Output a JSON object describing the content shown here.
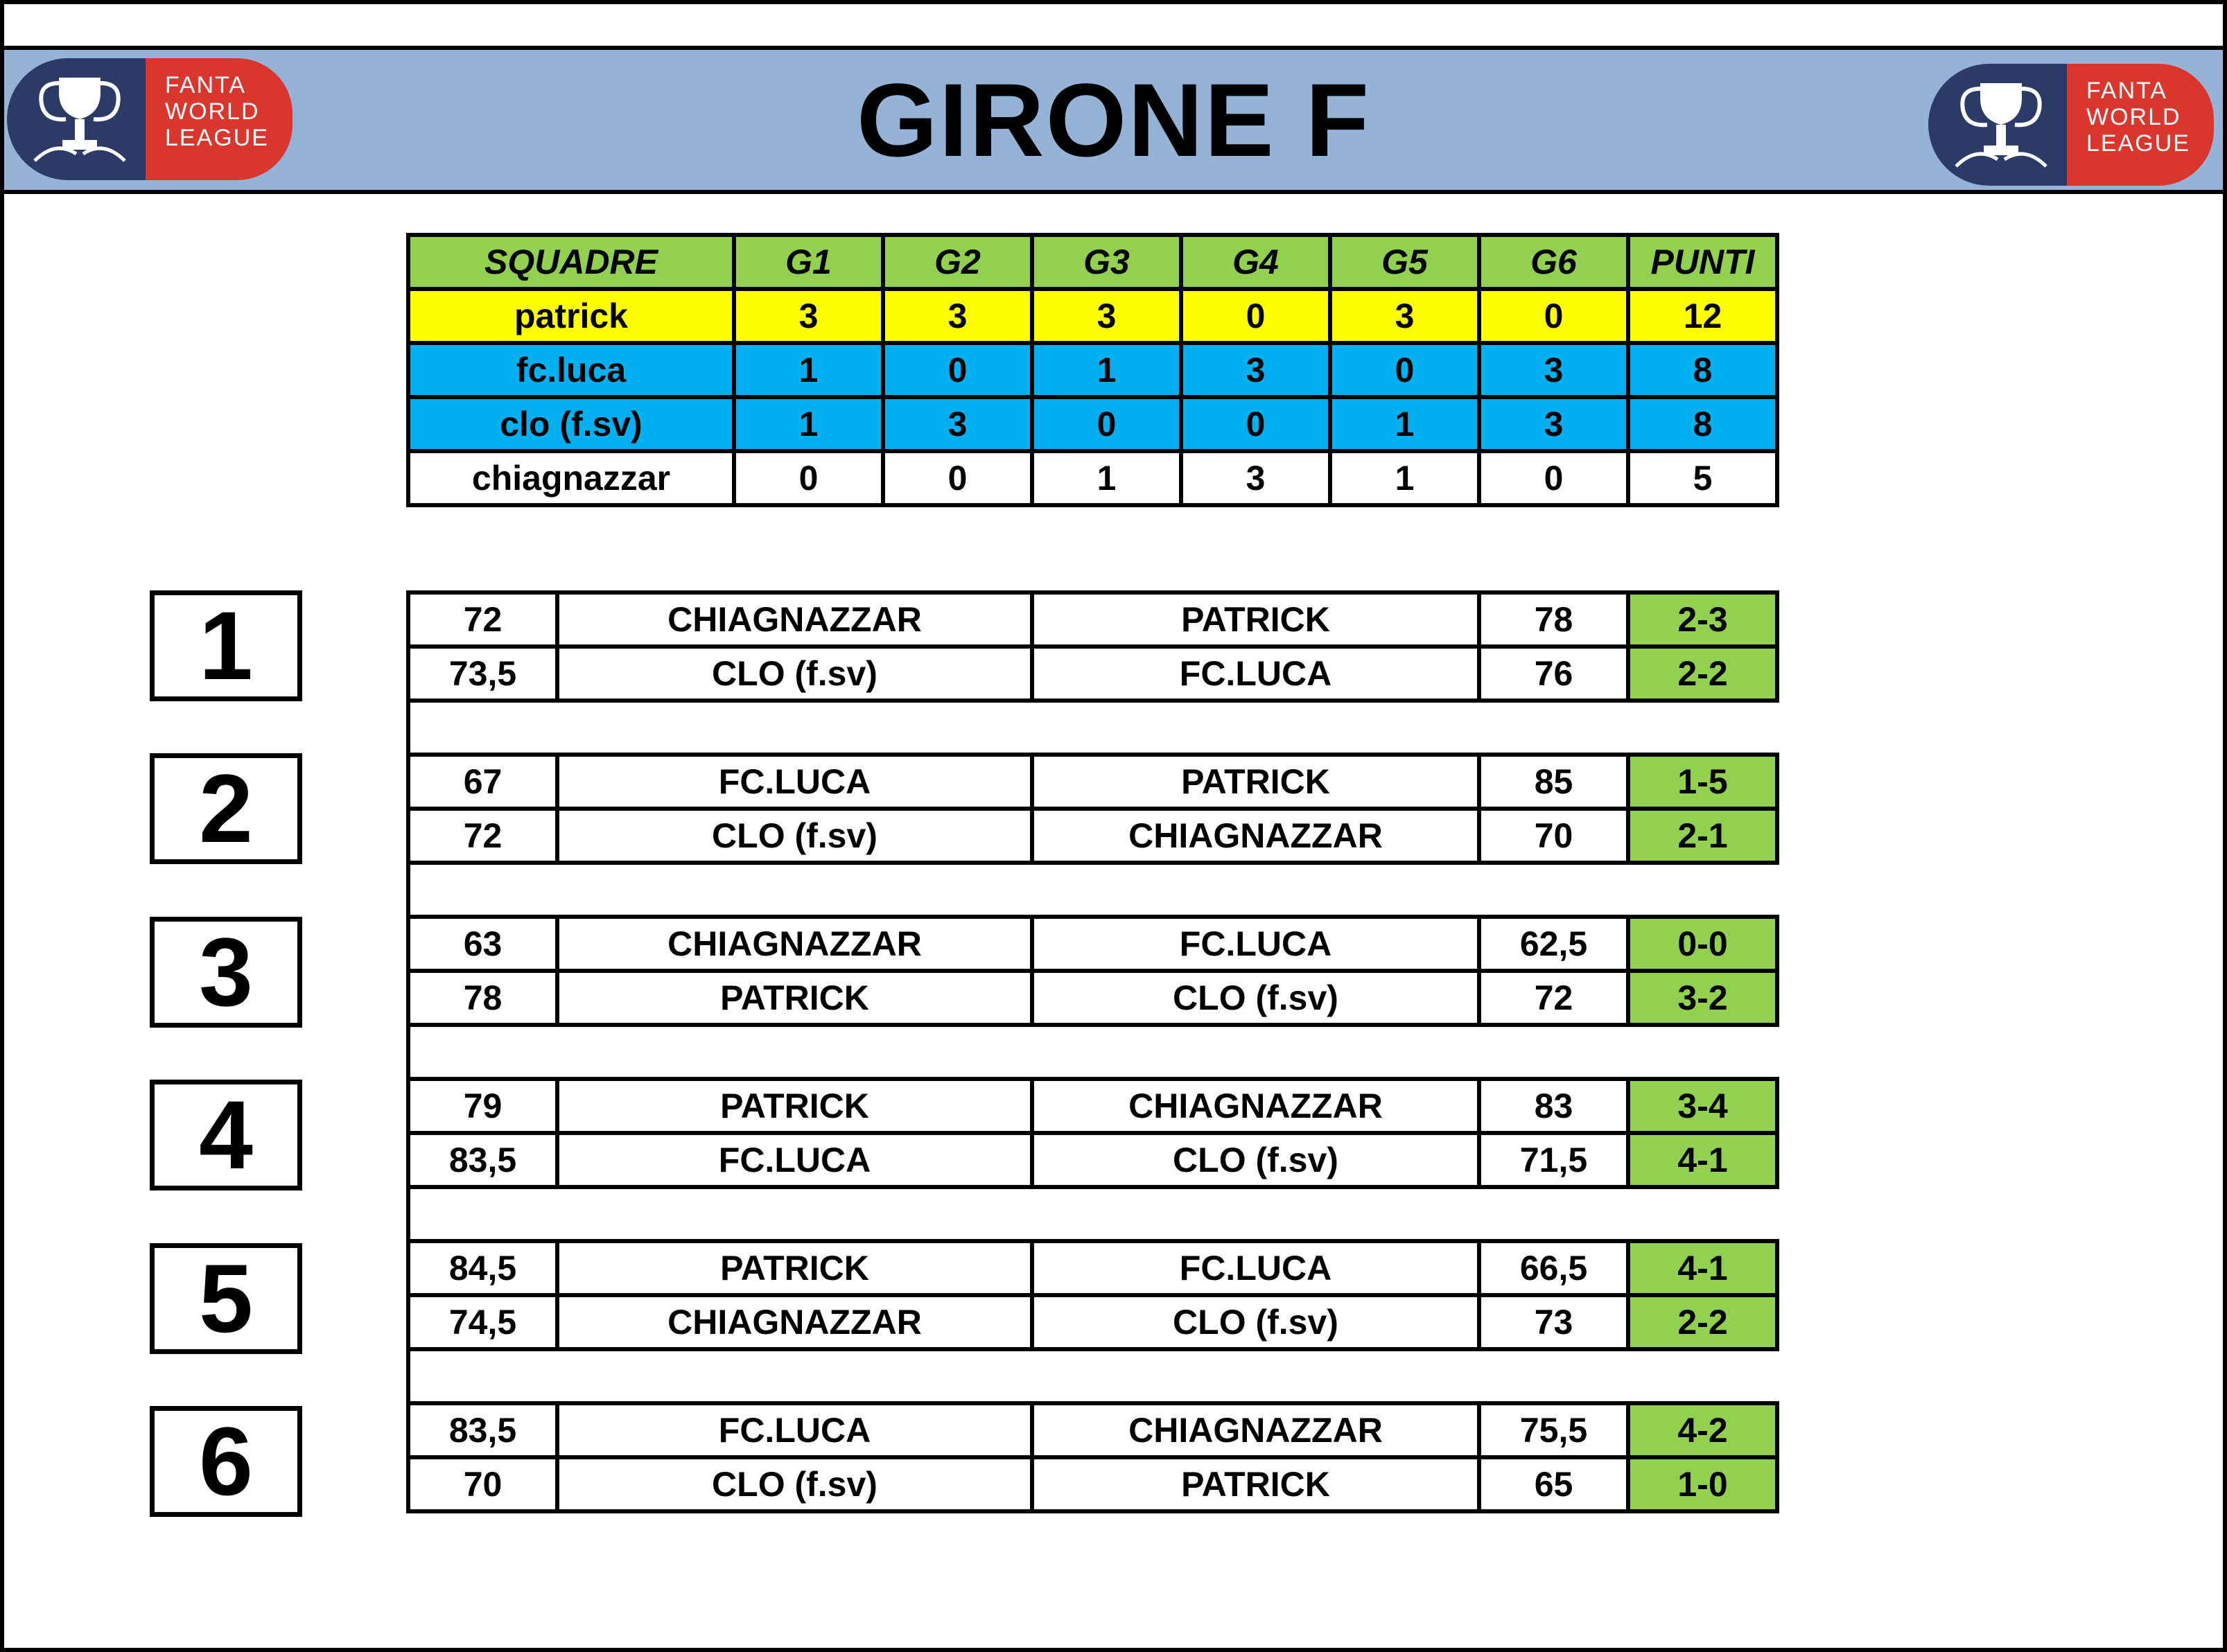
{
  "header": {
    "title": "GIRONE F",
    "logo_lines": [
      "FANTA",
      "WORLD",
      "LEAGUE"
    ],
    "colors": {
      "banner": "#95b3d7",
      "logo_badge": "#2b3a67",
      "logo_plate": "#d9362d"
    }
  },
  "standings": {
    "columns": [
      "SQUADRE",
      "G1",
      "G2",
      "G3",
      "G4",
      "G5",
      "G6",
      "PUNTI"
    ],
    "rows": [
      {
        "team": "patrick",
        "g": [
          "3",
          "3",
          "3",
          "0",
          "3",
          "0"
        ],
        "points": "12",
        "color": "#ffff00"
      },
      {
        "team": "fc.luca",
        "g": [
          "1",
          "0",
          "1",
          "3",
          "0",
          "3"
        ],
        "points": "8",
        "color": "#00b0f0"
      },
      {
        "team": "clo (f.sv)",
        "g": [
          "1",
          "3",
          "0",
          "0",
          "1",
          "3"
        ],
        "points": "8",
        "color": "#00b0f0"
      },
      {
        "team": "chiagnazzar",
        "g": [
          "0",
          "0",
          "1",
          "3",
          "1",
          "0"
        ],
        "points": "5",
        "color": "#ffffff"
      }
    ]
  },
  "rounds": [
    {
      "number": "1",
      "matches": [
        {
          "home_score": "72",
          "home": "CHIAGNAZZAR",
          "away": "PATRICK",
          "away_score": "78",
          "result": "2-3"
        },
        {
          "home_score": "73,5",
          "home": "CLO (f.sv)",
          "away": "FC.LUCA",
          "away_score": "76",
          "result": "2-2"
        }
      ]
    },
    {
      "number": "2",
      "matches": [
        {
          "home_score": "67",
          "home": "FC.LUCA",
          "away": "PATRICK",
          "away_score": "85",
          "result": "1-5"
        },
        {
          "home_score": "72",
          "home": "CLO (f.sv)",
          "away": "CHIAGNAZZAR",
          "away_score": "70",
          "result": "2-1"
        }
      ]
    },
    {
      "number": "3",
      "matches": [
        {
          "home_score": "63",
          "home": "CHIAGNAZZAR",
          "away": "FC.LUCA",
          "away_score": "62,5",
          "result": "0-0"
        },
        {
          "home_score": "78",
          "home": "PATRICK",
          "away": "CLO (f.sv)",
          "away_score": "72",
          "result": "3-2"
        }
      ]
    },
    {
      "number": "4",
      "matches": [
        {
          "home_score": "79",
          "home": "PATRICK",
          "away": "CHIAGNAZZAR",
          "away_score": "83",
          "result": "3-4"
        },
        {
          "home_score": "83,5",
          "home": "FC.LUCA",
          "away": "CLO (f.sv)",
          "away_score": "71,5",
          "result": "4-1"
        }
      ]
    },
    {
      "number": "5",
      "matches": [
        {
          "home_score": "84,5",
          "home": "PATRICK",
          "away": "FC.LUCA",
          "away_score": "66,5",
          "result": "4-1"
        },
        {
          "home_score": "74,5",
          "home": "CHIAGNAZZAR",
          "away": "CLO (f.sv)",
          "away_score": "73",
          "result": "2-2"
        }
      ]
    },
    {
      "number": "6",
      "matches": [
        {
          "home_score": "83,5",
          "home": "FC.LUCA",
          "away": "CHIAGNAZZAR",
          "away_score": "75,5",
          "result": "4-2"
        },
        {
          "home_score": "70",
          "home": "CLO (f.sv)",
          "away": "PATRICK",
          "away_score": "65",
          "result": "1-0"
        }
      ]
    }
  ]
}
